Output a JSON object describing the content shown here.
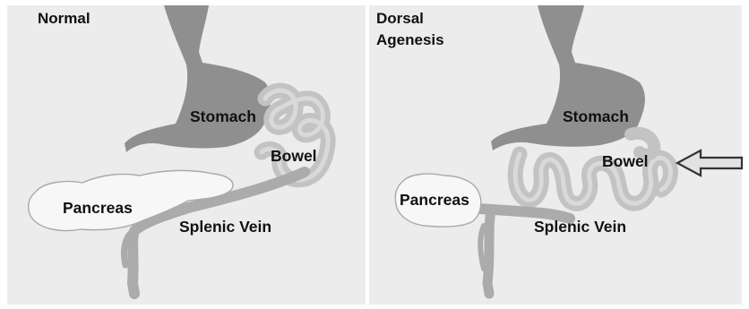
{
  "panels": {
    "normal": {
      "title": "Normal",
      "labels": {
        "stomach": "Stomach",
        "bowel": "Bowel",
        "pancreas": "Pancreas",
        "splenic_vein": "Splenic Vein"
      }
    },
    "dorsal": {
      "title_line1": "Dorsal",
      "title_line2": "Agenesis",
      "labels": {
        "stomach": "Stomach",
        "bowel": "Bowel",
        "pancreas": "Pancreas",
        "splenic_vein": "Splenic Vein"
      }
    }
  },
  "colors": {
    "background": "#ececec",
    "stomach": "#8f8f8f",
    "vessel": "#ababab",
    "bowel": "#c3c3c3",
    "pancreas_fill": "#f7f7f7",
    "text": "#111111"
  },
  "icons": {
    "arrow": "hollow-left-arrow-icon"
  }
}
